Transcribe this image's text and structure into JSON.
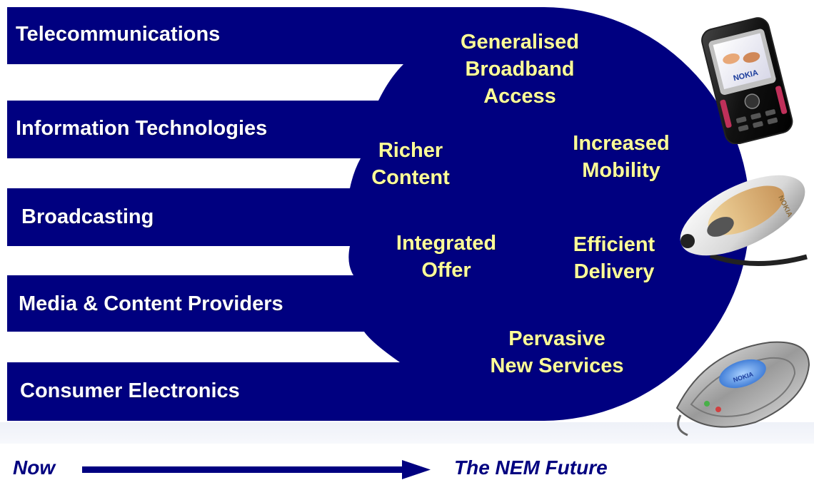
{
  "sectors": [
    {
      "label": "Telecommunications"
    },
    {
      "label": "Information Technologies"
    },
    {
      "label": "Broadcasting"
    },
    {
      "label": "Media & Content Providers"
    },
    {
      "label": "Consumer Electronics"
    }
  ],
  "benefits": {
    "broadband": [
      "Generalised",
      "Broadband",
      "Access"
    ],
    "richer_content": [
      "Richer",
      "Content"
    ],
    "mobility": [
      "Increased",
      "Mobility"
    ],
    "integrated_offer": [
      "Integrated",
      "Offer"
    ],
    "efficient_delivery": [
      "Efficient",
      "Delivery"
    ],
    "pervasive_services": [
      "Pervasive",
      "New Services"
    ]
  },
  "timeline": {
    "start_label": "Now",
    "end_label": "The NEM Future"
  },
  "devices": {
    "phone_brand": "NOKIA",
    "headset_brand": "NOKIA",
    "concept_brand": "NOKIA"
  },
  "colors": {
    "primary_blue": "#000080",
    "benefit_text": "#ffff99",
    "sector_text": "#ffffff"
  }
}
